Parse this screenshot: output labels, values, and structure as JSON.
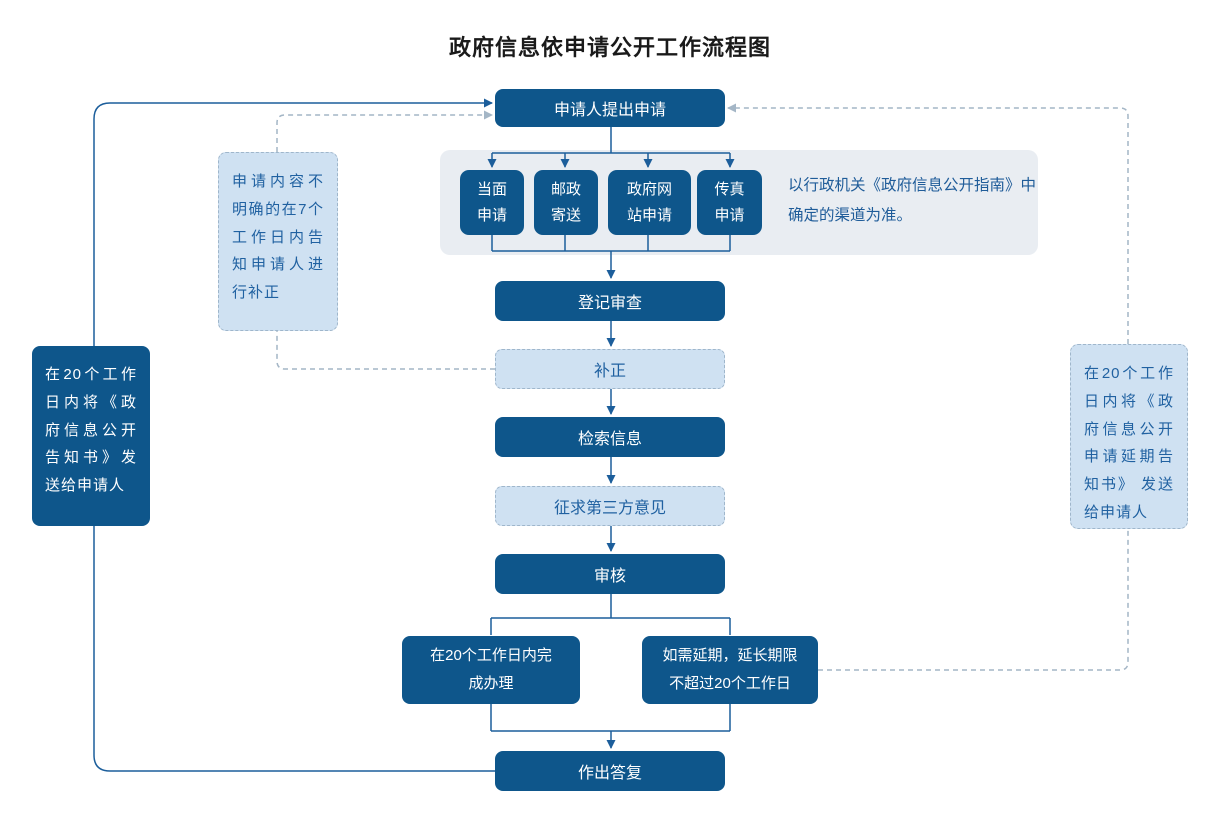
{
  "title": "政府信息依申请公开工作流程图",
  "nodes": {
    "apply": "申请人提出申请",
    "register": "登记审查",
    "supplement": "补正",
    "search": "检索信息",
    "third_party": "征求第三方意见",
    "review": "审核",
    "complete": "在20个工作日内完成办理",
    "extend": "如需延期，延长期限不超过20个工作日",
    "reply": "作出答复"
  },
  "channels": [
    {
      "label": "当面申请"
    },
    {
      "label": "邮政寄送"
    },
    {
      "label": "政府网站申请"
    },
    {
      "label": "传真申请"
    }
  ],
  "channel_note": "以行政机关《政府信息公开指南》中确定的渠道为准。",
  "side_notes": {
    "left_dark": "在20个工作日内将《政府信息公开告知书》发送给申请人",
    "left_light": "申请内容不明确的在7个工作日内告知申请人进行补正",
    "right_light": "在20个工作日内将《政府信息公开申请延期告知书》 发送给申请人"
  },
  "colors": {
    "dark_box": "#0E568B",
    "light_box_fill": "#CFE1F2",
    "light_box_border": "#9FB6CB",
    "group_container_fill": "#E9EDF2",
    "blue_text": "#1F5C99",
    "solid_line": "#1C5E9B",
    "dashed_line": "#A4B6C6",
    "title_text": "#1A1A1A",
    "box_text": "#FFFFFF"
  }
}
